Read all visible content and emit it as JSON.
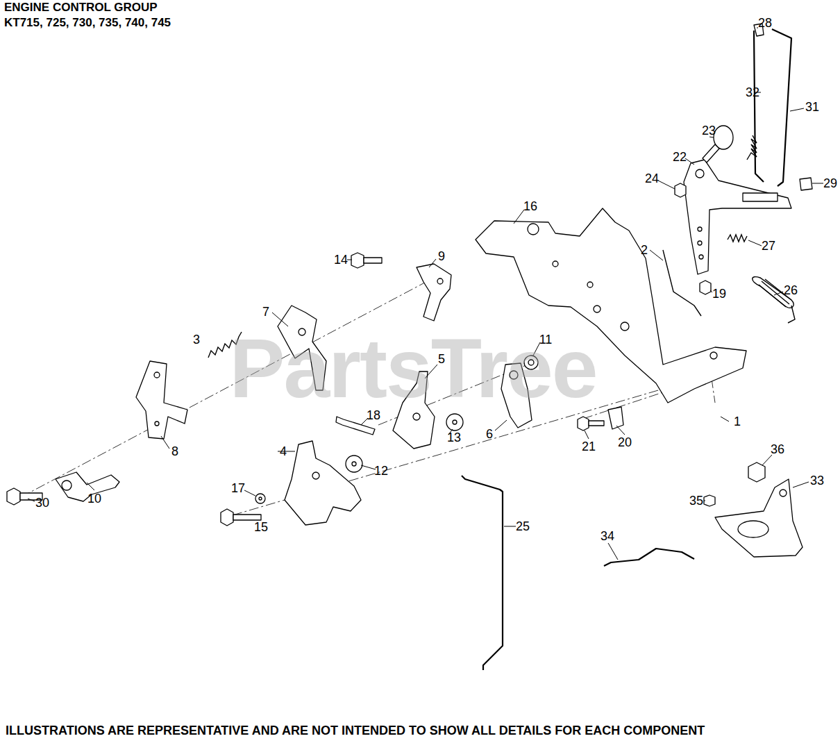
{
  "diagram": {
    "title": "ENGINE CONTROL GROUP KT715, 725, 730, 735, 740, 745",
    "caption": "ILLUSTRATIONS ARE REPRESENTATIVE AND ARE NOT INTENDED TO SHOW ALL DETAILS FOR EACH COMPONENT",
    "labels": [
      "PartsTree",
      "1",
      "2",
      "3",
      "4",
      "5",
      "6",
      "7",
      "8",
      "9",
      "10",
      "11",
      "12",
      "13",
      "14",
      "15",
      "16",
      "17",
      "18",
      "19",
      "20",
      "21",
      "22",
      "23",
      "24",
      "25",
      "26",
      "27",
      "28",
      "29",
      "30",
      "31",
      "32",
      "33",
      "34",
      "35",
      "36"
    ]
  }
}
